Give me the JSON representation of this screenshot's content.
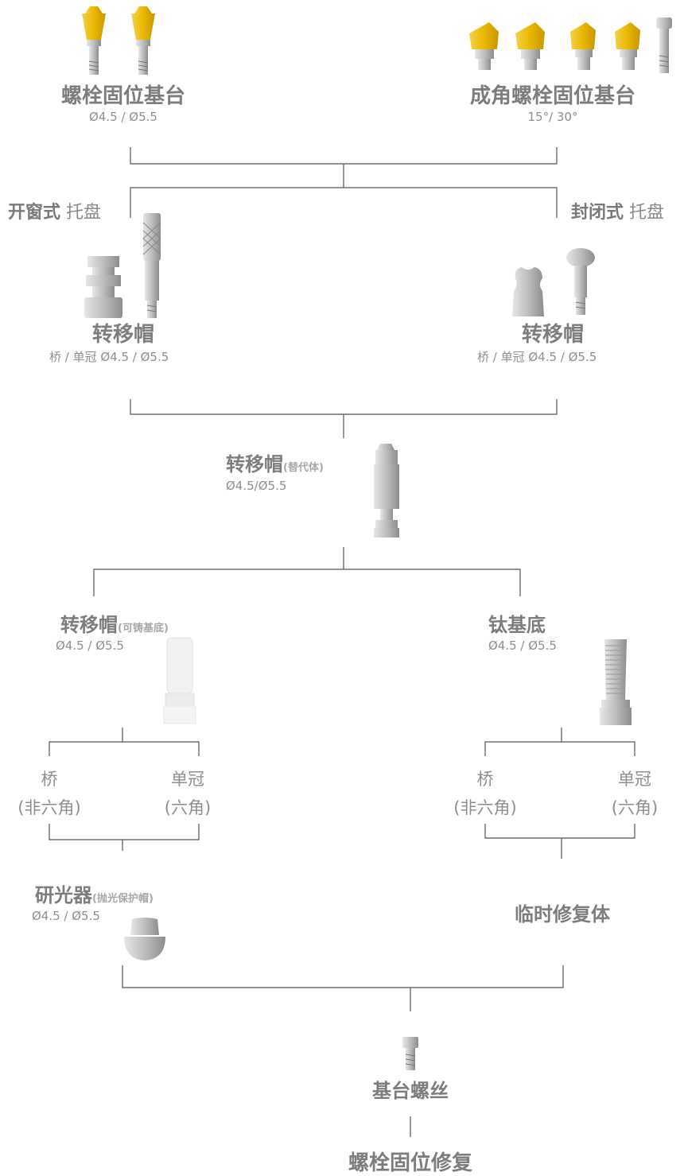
{
  "top_left": {
    "title": "螺栓固位基台",
    "sub": "Ø4.5 / Ø5.5"
  },
  "top_right": {
    "title": "成角螺栓固位基台",
    "sub": "15°/ 30°"
  },
  "tray_open": {
    "bold": "开窗式",
    "normal": " 托盘"
  },
  "tray_closed": {
    "bold": "封闭式",
    "normal": " 托盘"
  },
  "transfer_left": {
    "title": "转移帽",
    "sub": "桥 / 单冠 Ø4.5 / Ø5.5"
  },
  "transfer_right": {
    "title": "转移帽",
    "sub": "桥 / 单冠 Ø4.5 / Ø5.5"
  },
  "analog": {
    "title": "转移帽",
    "note": "(替代体)",
    "sub": "Ø4.5/Ø5.5"
  },
  "castable": {
    "title": "转移帽",
    "note": "(可铸基底)",
    "sub": "Ø4.5 / Ø5.5"
  },
  "tibase": {
    "title": "钛基底",
    "sub": "Ø4.5 / Ø5.5"
  },
  "left_options": [
    {
      "line1": "桥",
      "line2": "(非六角)"
    },
    {
      "line1": "单冠",
      "line2": "(六角)"
    }
  ],
  "right_options": [
    {
      "line1": "桥",
      "line2": "(非六角)"
    },
    {
      "line1": "单冠",
      "line2": "(六角)"
    }
  ],
  "polish": {
    "title": "研光器",
    "note": "(抛光保护帽)",
    "sub": "Ø4.5 / Ø5.5"
  },
  "temp": {
    "title": "临时修复体"
  },
  "screw": {
    "title": "基台螺丝"
  },
  "final": {
    "title": "螺栓固位修复"
  },
  "colors": {
    "gold": "#e8b800",
    "titanium": "#bdbdbd",
    "line": "#555555",
    "text": "#7d7d7d"
  }
}
